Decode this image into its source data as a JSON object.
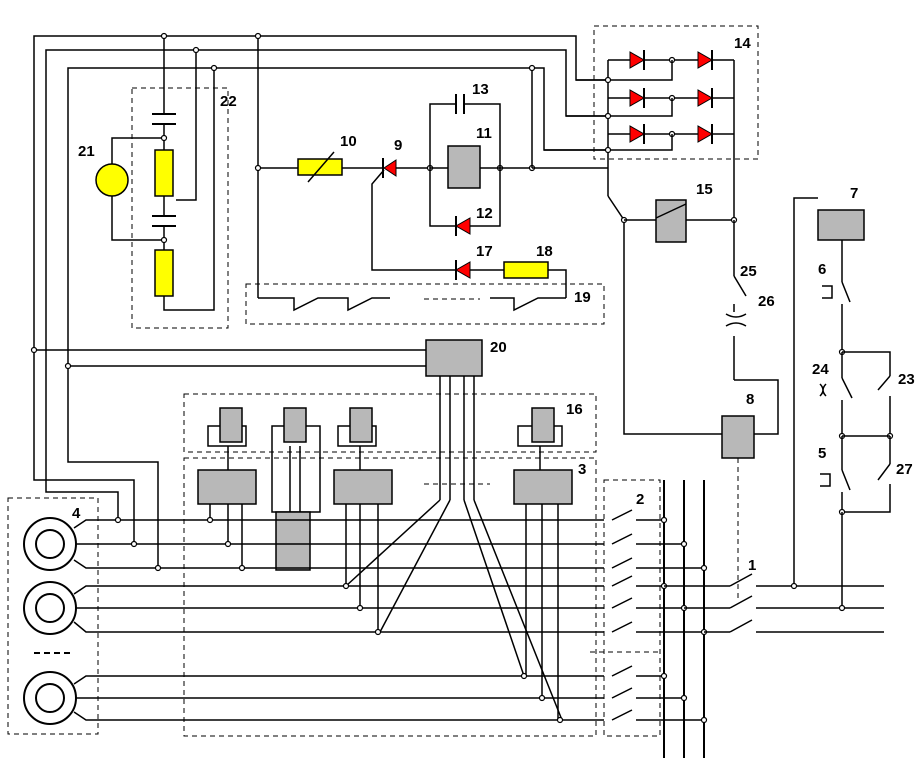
{
  "labels": {
    "l1": "1",
    "l2": "2",
    "l3": "3",
    "l4": "4",
    "l5": "5",
    "l6": "6",
    "l7": "7",
    "l8": "8",
    "l9": "9",
    "l10": "10",
    "l11": "11",
    "l12": "12",
    "l13": "13",
    "l14": "14",
    "l15": "15",
    "l16": "16",
    "l17": "17",
    "l18": "18",
    "l19": "19",
    "l20": "20",
    "l21": "21",
    "l22": "22",
    "l23": "23",
    "l24": "24",
    "l25": "25",
    "l26": "26",
    "l27": "27"
  },
  "colors": {
    "component_fill": "#b8b8b8",
    "resistor_fill": "#ffff00",
    "diode_fill": "#ff0000",
    "line": "#000000"
  }
}
